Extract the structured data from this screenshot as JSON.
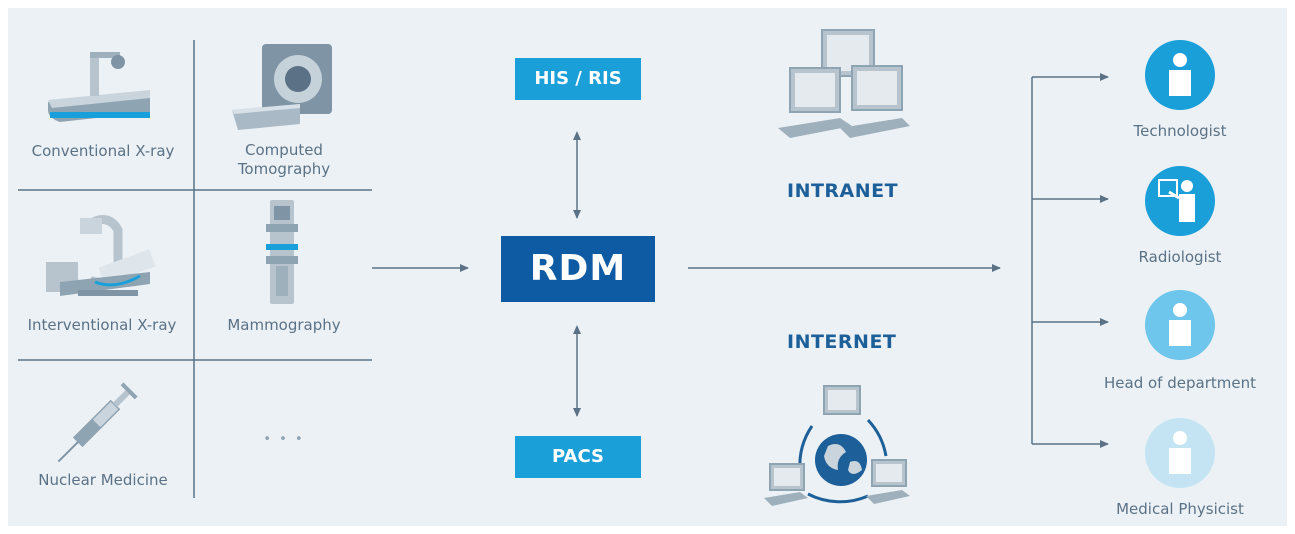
{
  "modalities": {
    "conventional_xray": "Conventional X-ray",
    "ct_line1": "Computed",
    "ct_line2": "Tomography",
    "interventional_xray": "Interventional X-ray",
    "mammography": "Mammography",
    "nuclear_medicine": "Nuclear Medicine",
    "more": "• • •"
  },
  "systems": {
    "his_ris": "HIS / RIS",
    "rdm": "RDM",
    "pacs": "PACS",
    "intranet": "INTRANET",
    "internet": "INTERNET"
  },
  "roles": {
    "technologist": "Technologist",
    "radiologist": "Radiologist",
    "head_of_department": "Head of department",
    "medical_physicist": "Medical Physicist"
  },
  "colors": {
    "background": "#ecf1f5",
    "accent_blue": "#1a9fd9",
    "rdm_navy": "#0e5aa3",
    "text_gray": "#5b7286",
    "line": "#5b7286"
  }
}
